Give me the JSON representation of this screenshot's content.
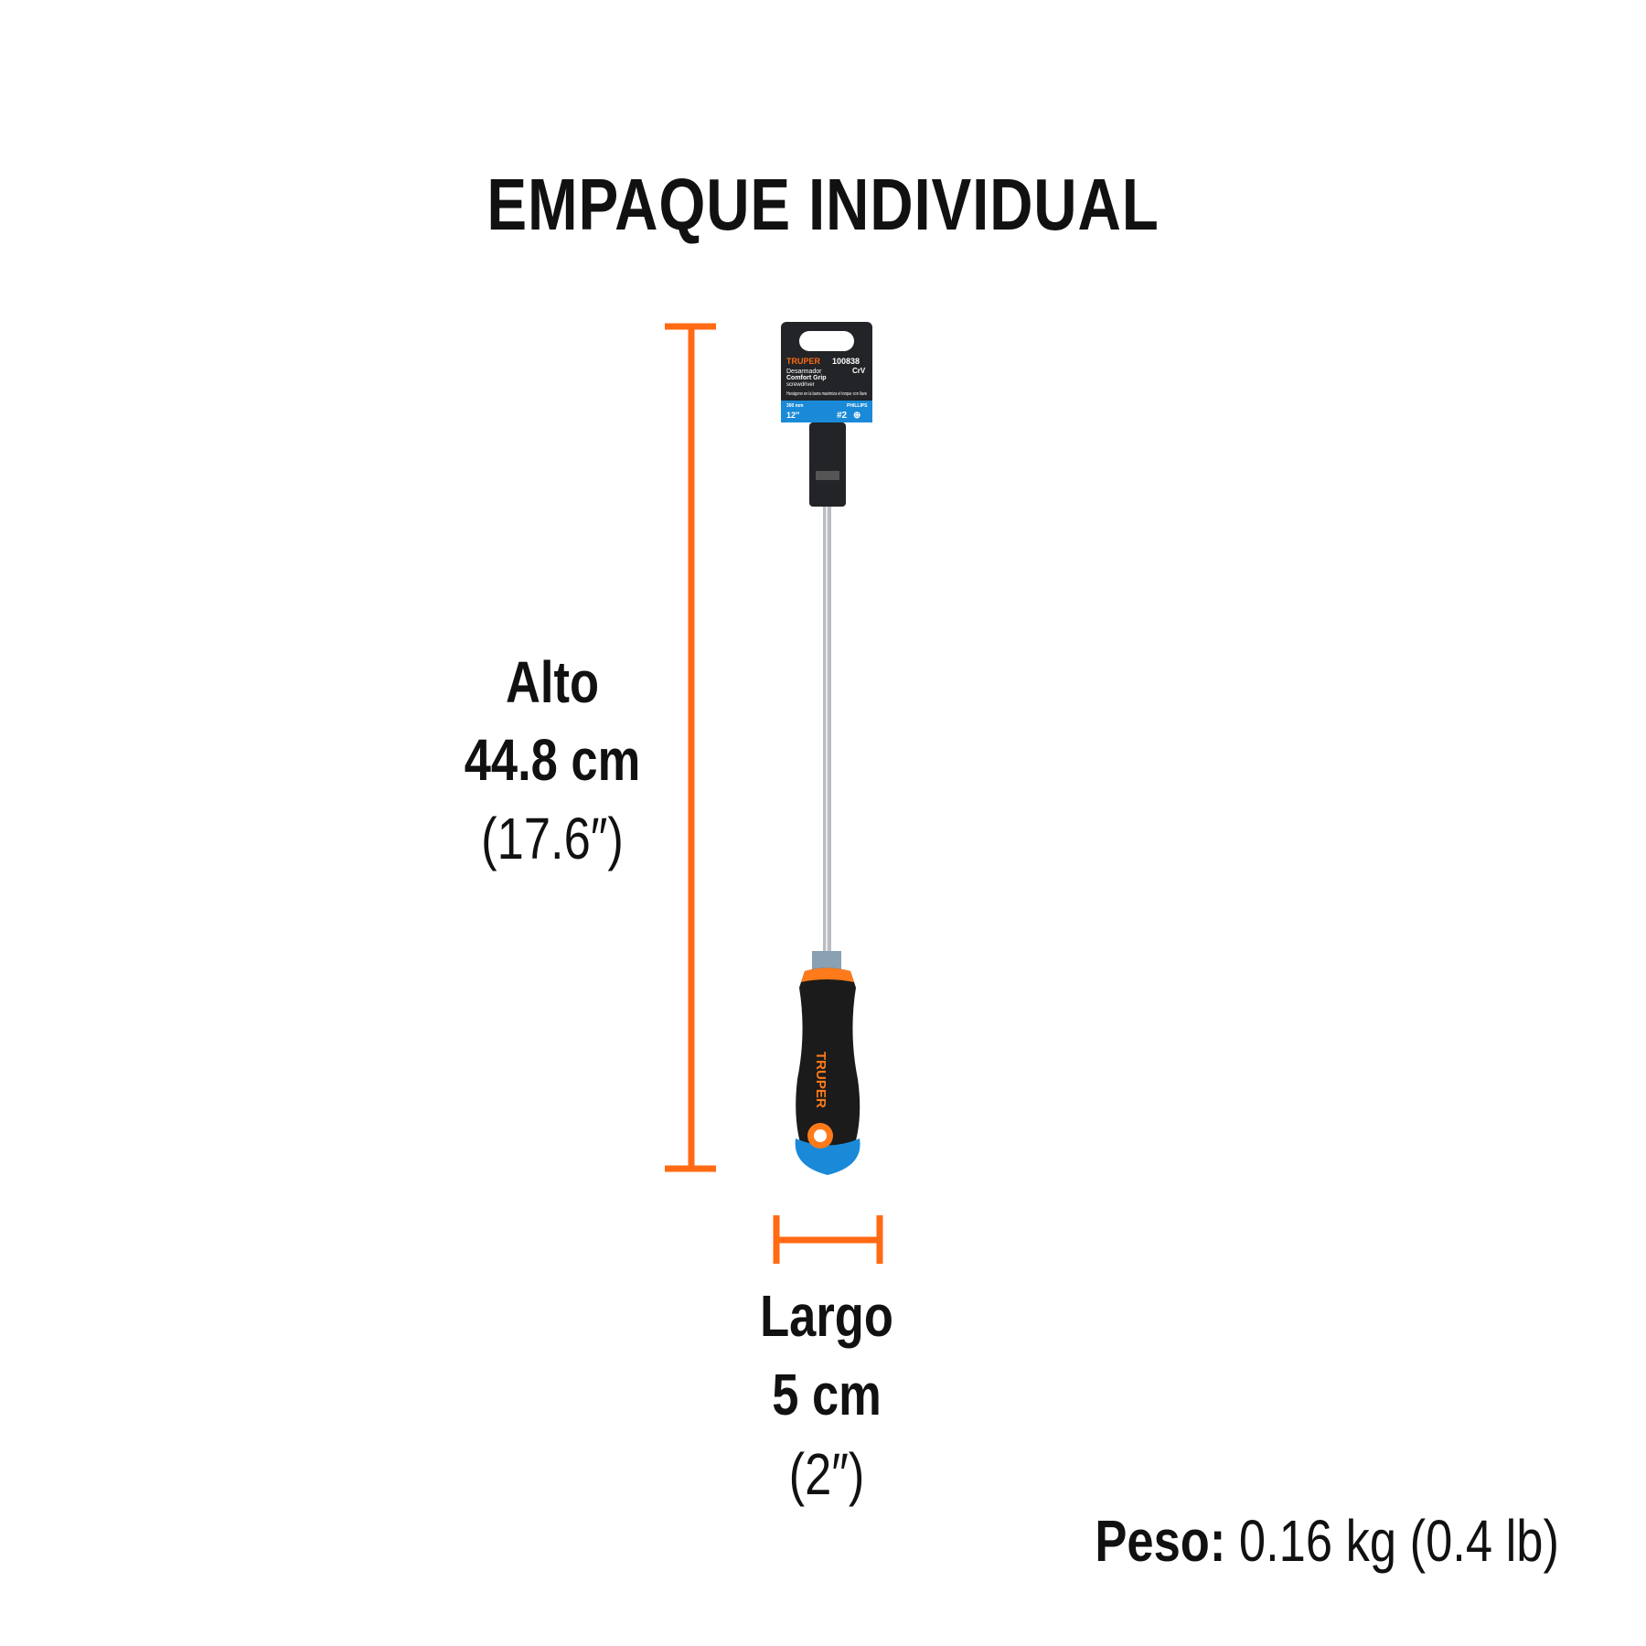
{
  "title": "EMPAQUE INDIVIDUAL",
  "alto": {
    "label": "Alto",
    "metric": "44.8 cm",
    "imperial": "(17.6″)"
  },
  "largo": {
    "label": "Largo",
    "metric": "5 cm",
    "imperial": "(2″)"
  },
  "peso": {
    "label": "Peso:",
    "value": "0.16 kg (0.4 lb)"
  },
  "package": {
    "brand": "TRUPER",
    "code": "100838",
    "name": "Desarmador",
    "line": "Comfort Grip",
    "en": "screwdriver",
    "material": "CrV",
    "note": "Hexágono en la barra maximiza el torque con llave",
    "size_mm": "300 mm",
    "size_in": "12″",
    "tip_type": "PHILLIPS",
    "tip": "#2"
  },
  "colors": {
    "accent": "#ff6a13",
    "blue": "#1a8ad8"
  }
}
